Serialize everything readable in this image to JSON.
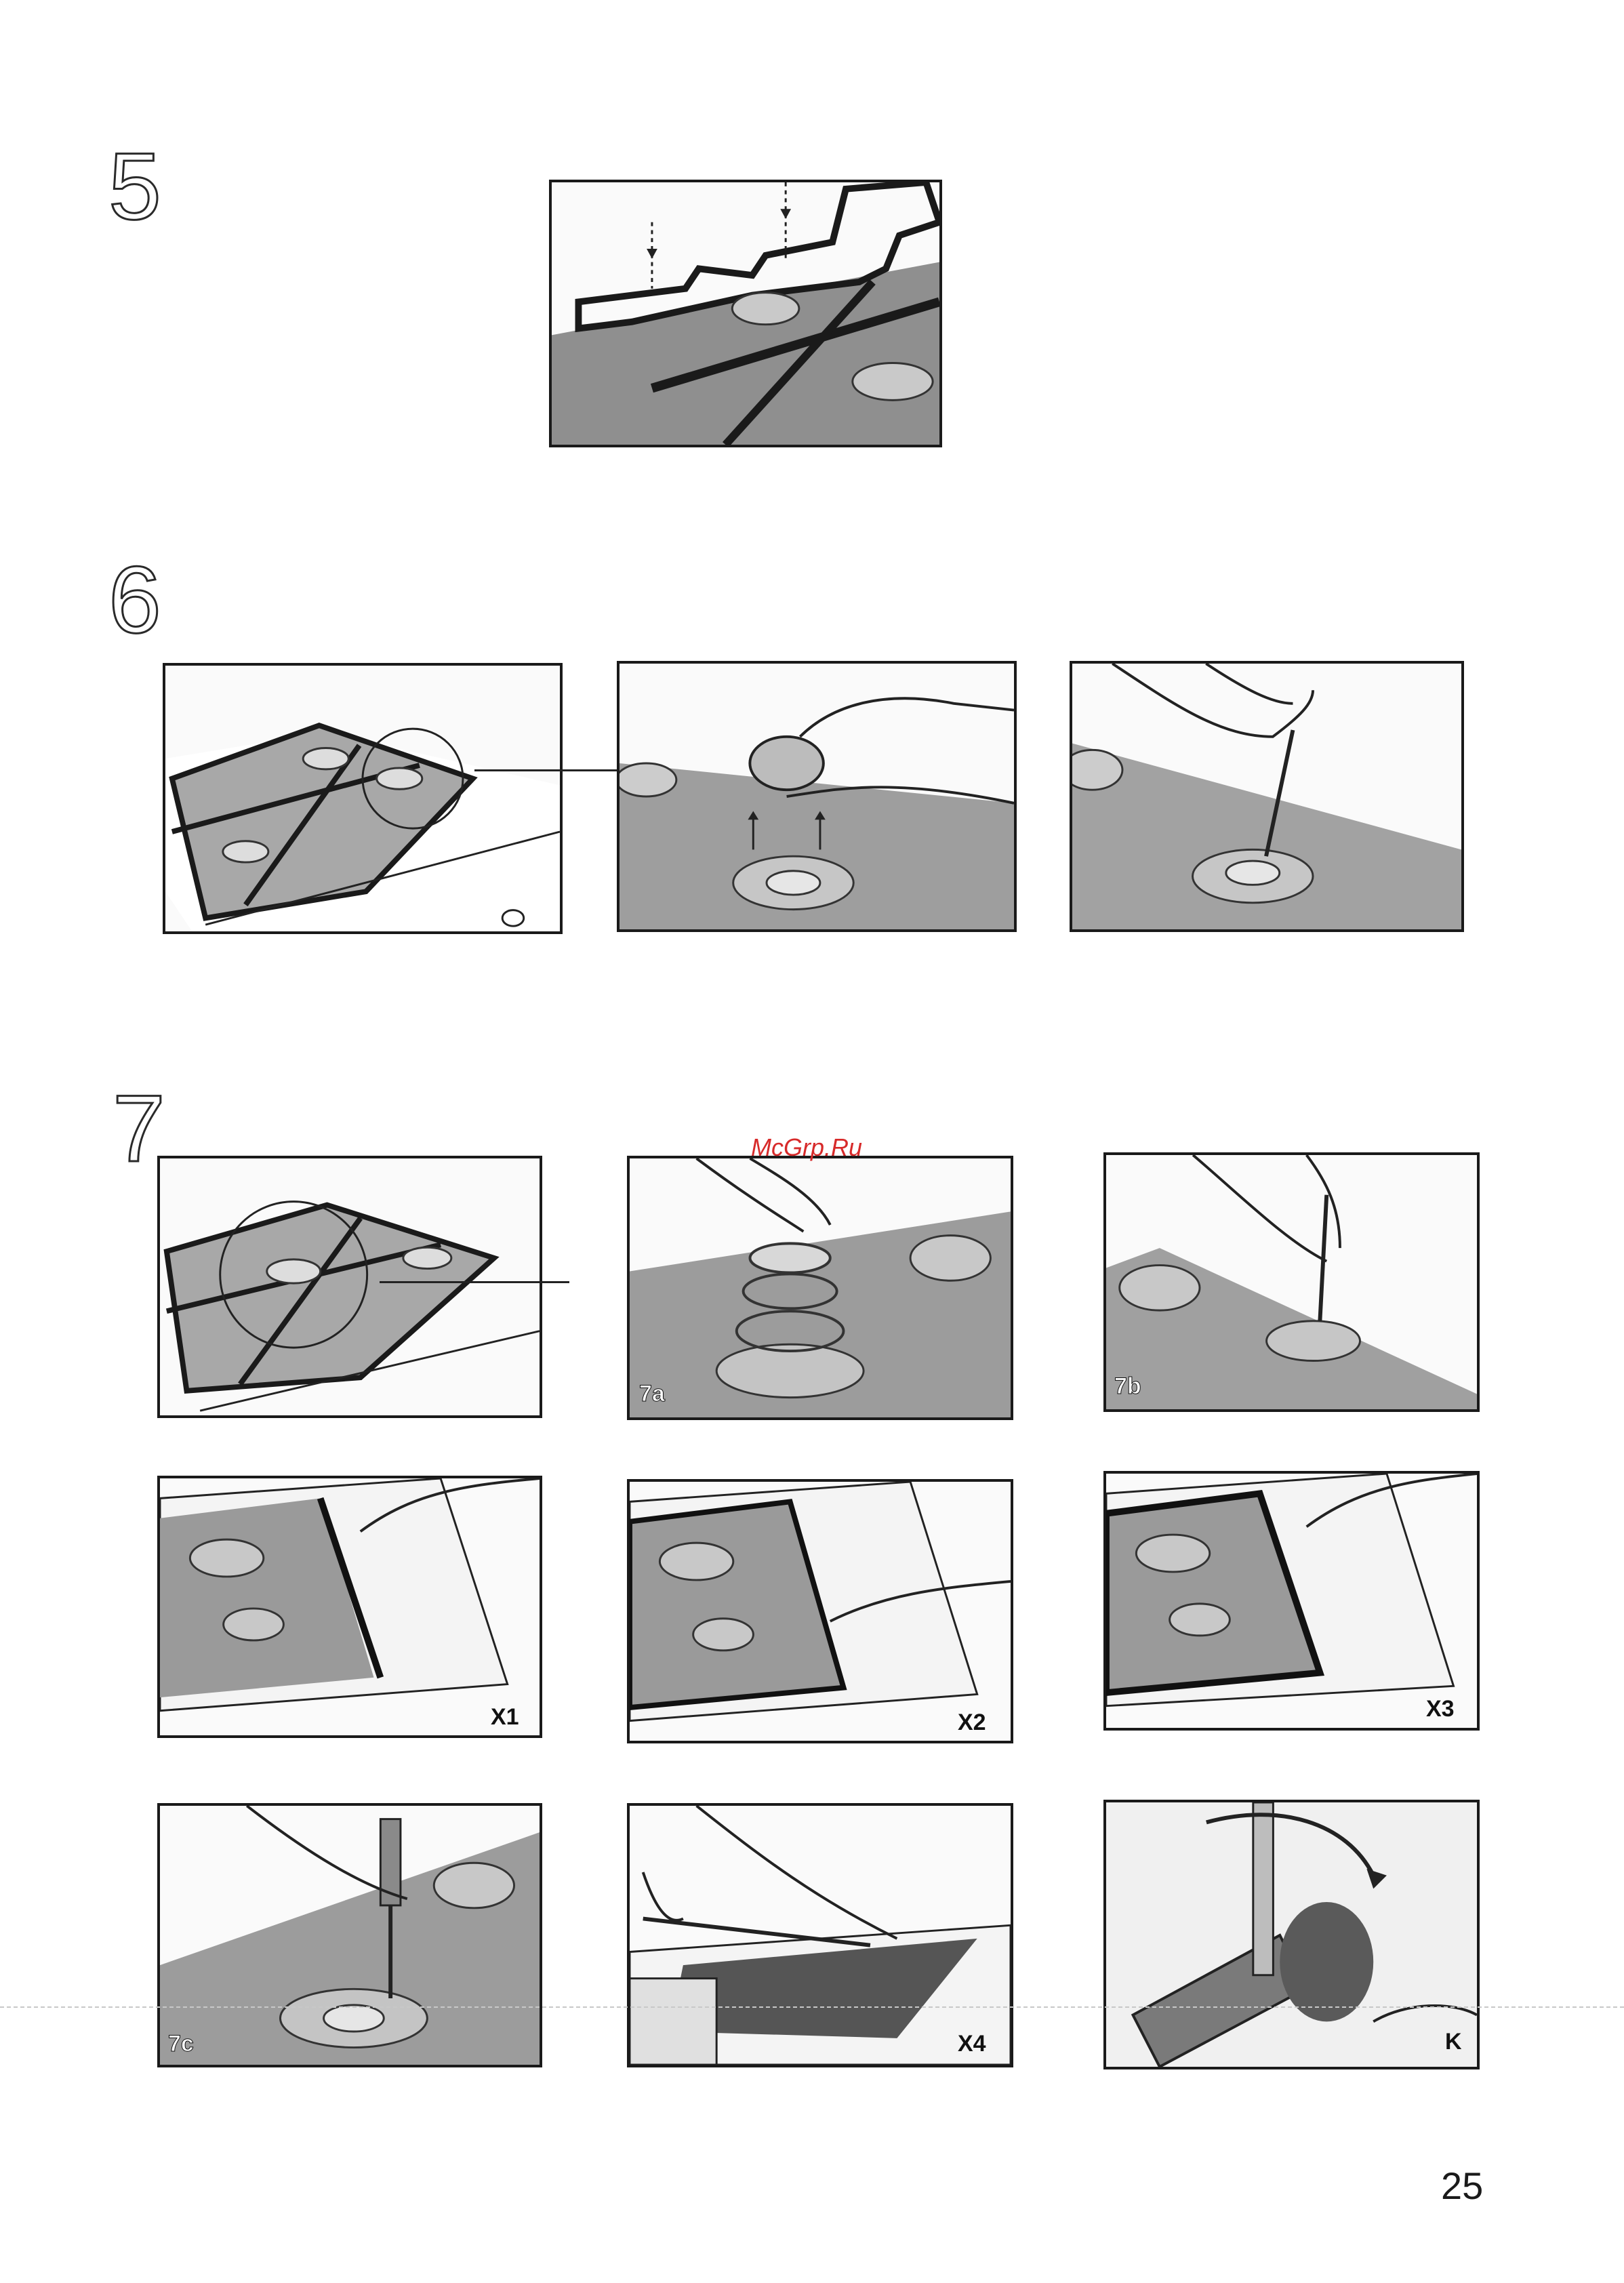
{
  "steps": {
    "step5": "5",
    "step6": "6",
    "step7": "7"
  },
  "panel_labels": {
    "p7a": "7a",
    "p7b": "7b",
    "x1": "X1",
    "x2": "X2",
    "x3": "X3",
    "p7c": "7c",
    "x4": "X4",
    "k": "K"
  },
  "watermark": "McGrp.Ru",
  "page_number": "25",
  "colors": {
    "ink": "#1a1a1a",
    "hob": "#9a9a9a",
    "watermark": "#d72a2a"
  }
}
